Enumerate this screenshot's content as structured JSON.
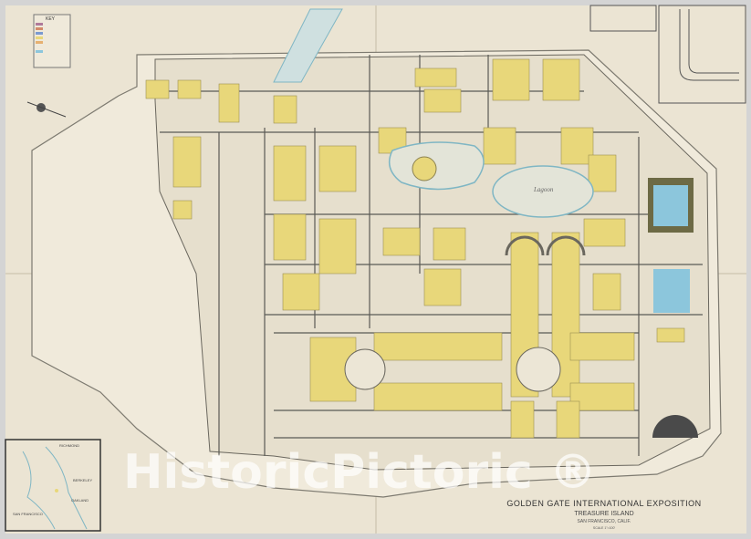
{
  "map": {
    "title": "GOLDEN GATE INTERNATIONAL EXPOSITION",
    "subtitle": "TREASURE ISLAND",
    "location": "SAN FRANCISCO, CALIF.",
    "scale": "SCALE 1\"=100'",
    "key_title": "KEY",
    "lagoon_label": "Lagoon",
    "inset_labels": [
      "SAN FRANCISCO",
      "OAKLAND",
      "BERKELEY",
      "RICHMOND"
    ],
    "watermark": "HistoricPictoric ®",
    "colors": {
      "paper": "#ebe4d3",
      "building": "#e8d77a",
      "exhibit_blue": "#8cc6dc",
      "water_outline": "#7fb6c4",
      "line": "#5a5a55",
      "marker": "#c0506a"
    }
  }
}
